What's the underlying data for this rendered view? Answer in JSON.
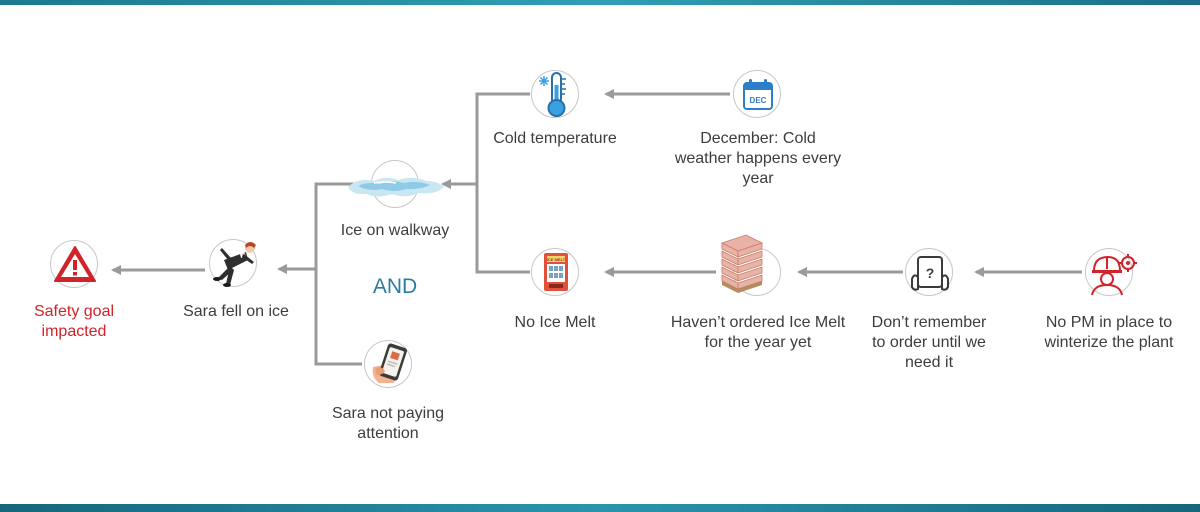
{
  "nodes": {
    "safety_goal": {
      "label": "Safety goal impacted",
      "icon": "warning-triangle-icon",
      "color": "#d2232a"
    },
    "sara_fell": {
      "label": "Sara fell on ice",
      "icon": "falling-person-icon"
    },
    "ice_walkway": {
      "label": "Ice on walkway",
      "icon": "ice-puddle-icon"
    },
    "not_paying_attention": {
      "label": "Sara not paying attention",
      "icon": "phone-in-hand-icon"
    },
    "cold_temperature": {
      "label": "Cold temperature",
      "icon": "thermometer-icon"
    },
    "december": {
      "label": "December: Cold weather happens every year",
      "icon": "calendar-icon",
      "icon_text": "DEC"
    },
    "no_ice_melt": {
      "label": "No Ice Melt",
      "icon": "vending-machine-icon",
      "icon_text": "ICE MELT"
    },
    "not_ordered": {
      "label": "Haven’t ordered Ice Melt for the year yet",
      "icon": "pallet-bags-icon"
    },
    "dont_remember": {
      "label": "Don’t remember to order until we need it",
      "icon": "question-tablet-icon"
    },
    "no_pm": {
      "label": "No PM in place to winterize the plant",
      "icon": "worker-gear-icon"
    }
  },
  "connector": {
    "and_label": "AND",
    "color": "#9a9a9a"
  },
  "colors": {
    "accent_red": "#d2232a",
    "accent_teal": "#2a7ea0",
    "band": "#1f7f96"
  }
}
